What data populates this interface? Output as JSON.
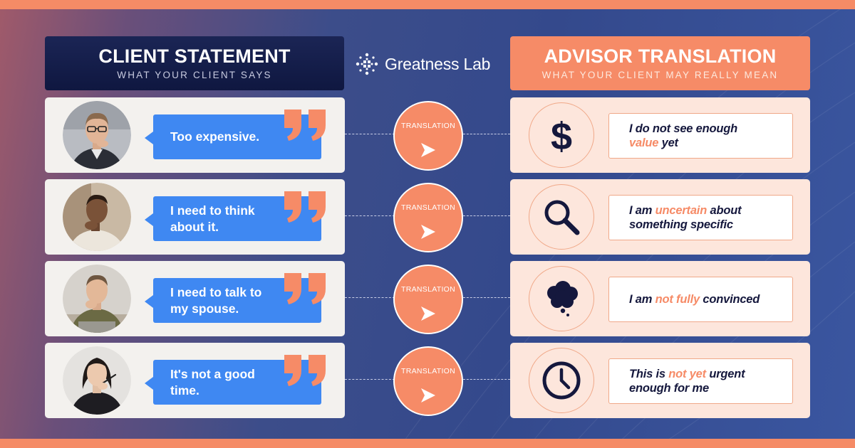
{
  "colors": {
    "accent": "#f68b67",
    "navy": "#15183d",
    "bubble_blue": "#3f88f2"
  },
  "brand": {
    "name": "Greatness Lab",
    "logo_icon": "greatness-lab-logo-icon"
  },
  "left_header": {
    "title": "CLIENT STATEMENT",
    "subtitle": "WHAT YOUR CLIENT SAYS"
  },
  "right_header": {
    "title": "ADVISOR TRANSLATION",
    "subtitle": "WHAT YOUR CLIENT MAY REALLY MEAN"
  },
  "rows": [
    {
      "statement_line1": "Too expensive.",
      "statement_line2": "",
      "translation_label": "TRANSLATION",
      "meaning_icon": "dollar-sign-icon",
      "meaning_line1_before": "I do not see enough",
      "meaning_line1_highlight": "",
      "meaning_line1_after": "",
      "meaning_line2_before": "",
      "meaning_line2_highlight": "value",
      "meaning_line2_after": " yet"
    },
    {
      "statement_line1": "I need to think",
      "statement_line2": "about it.",
      "translation_label": "TRANSLATION",
      "meaning_icon": "magnifying-glass-icon",
      "meaning_line1_before": "I am ",
      "meaning_line1_highlight": "uncertain",
      "meaning_line1_after": " about",
      "meaning_line2_before": "something specific",
      "meaning_line2_highlight": "",
      "meaning_line2_after": ""
    },
    {
      "statement_line1": "I need to talk to",
      "statement_line2": "my spouse.",
      "translation_label": "TRANSLATION",
      "meaning_icon": "thought-cloud-icon",
      "meaning_line1_before": "I am ",
      "meaning_line1_highlight": "not fully",
      "meaning_line1_after": " convinced",
      "meaning_line2_before": "",
      "meaning_line2_highlight": "",
      "meaning_line2_after": ""
    },
    {
      "statement_line1": "It's not a good",
      "statement_line2": "time.",
      "translation_label": "TRANSLATION",
      "meaning_icon": "clock-icon",
      "meaning_line1_before": "This is ",
      "meaning_line1_highlight": "not yet",
      "meaning_line1_after": " urgent",
      "meaning_line2_before": "enough for me",
      "meaning_line2_highlight": "",
      "meaning_line2_after": ""
    }
  ]
}
